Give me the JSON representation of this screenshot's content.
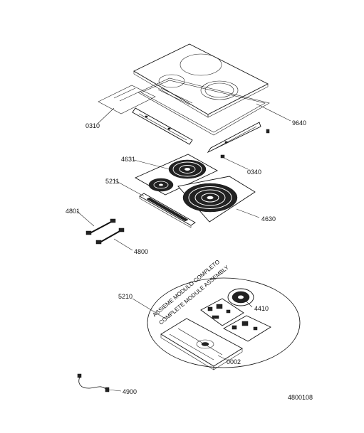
{
  "diagram": {
    "parts": {
      "p0310": "0310",
      "p9640": "9640",
      "p0340": "0340",
      "p4631": "4631",
      "p5211": "5211",
      "p4630": "4630",
      "p4801": "4801",
      "p4800": "4800",
      "p5210": "5210",
      "p4410": "4410",
      "p0002": "0002",
      "p4900": "4900"
    },
    "module_caption_it": "ASSIEME MODULO COMPLETO",
    "module_caption_en": "COMPLETE MODULE ASSEMBLY",
    "document_code": "4800108"
  }
}
